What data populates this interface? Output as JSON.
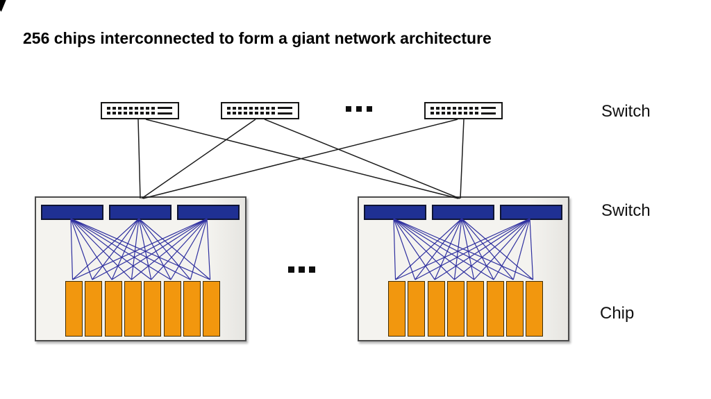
{
  "title": "256 chips interconnected to form a giant network architecture",
  "labels": {
    "top_switch": "Switch",
    "pod_switch": "Switch",
    "chip": "Chip"
  },
  "diagram": {
    "top_switches": 3,
    "pods": 2,
    "switches_per_pod": 3,
    "chips_per_pod": 8,
    "ellipsis_top": "...",
    "ellipsis_pods": "...",
    "colors": {
      "pod_switch": "#1f3093",
      "chip": "#f2970e",
      "mesh": "#2e2f9f",
      "trunk": "#1c1c1c"
    }
  }
}
